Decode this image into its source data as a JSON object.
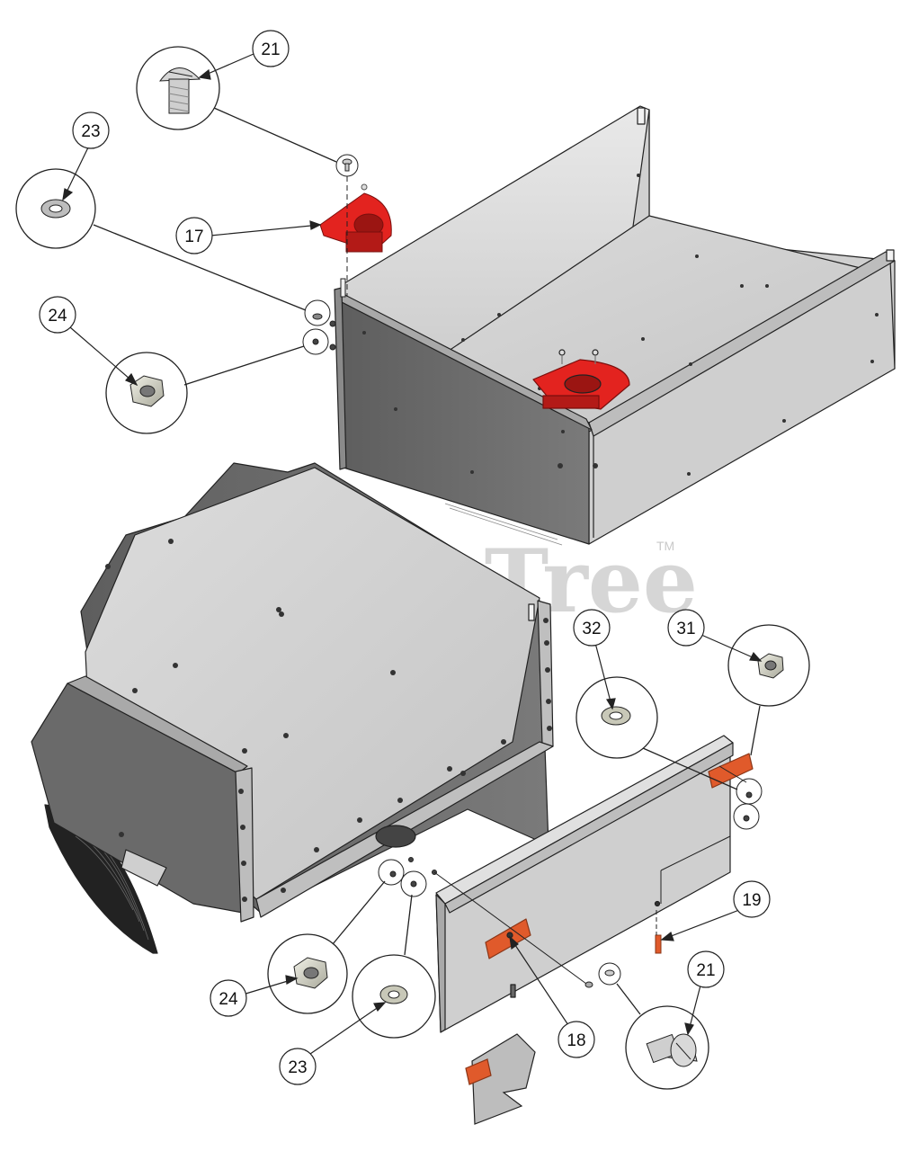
{
  "watermark": {
    "brand": "PartsTree",
    "trademark": "TM"
  },
  "colors": {
    "highlight": "#e3231f",
    "orange_part": "#e05a2b",
    "panel_light": "#d4d4d4",
    "panel_dark": "#6b6b6b",
    "line": "#111111"
  },
  "callouts": [
    {
      "id": "21a",
      "label": "21"
    },
    {
      "id": "23a",
      "label": "23"
    },
    {
      "id": "17",
      "label": "17"
    },
    {
      "id": "24a",
      "label": "24"
    },
    {
      "id": "32",
      "label": "32"
    },
    {
      "id": "31",
      "label": "31"
    },
    {
      "id": "19",
      "label": "19"
    },
    {
      "id": "21b",
      "label": "21"
    },
    {
      "id": "24b",
      "label": "24"
    },
    {
      "id": "23b",
      "label": "23"
    },
    {
      "id": "18",
      "label": "18"
    }
  ]
}
